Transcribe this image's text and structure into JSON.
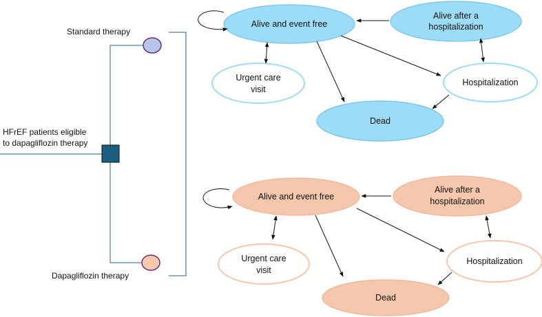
{
  "decision_tree": {
    "root_label_line1": "HFrEF patients eligible",
    "root_label_line2": "to dapagliflozin therapy",
    "arm1_label": "Standard therapy",
    "arm2_label": "Dapagliflozin therapy"
  },
  "colors": {
    "tree_line": "#1f5f85",
    "root_node_fill": "#1a5e80",
    "arm1_fill": "#b4c7e7",
    "arm2_fill": "#f8c9aa",
    "chance_node_stroke": "#6a2b7a",
    "markov1_fill": "#9ddcf6",
    "markov1_stroke": "#7cc9ea",
    "markov2_fill": "#f5c7ad",
    "markov2_stroke": "#f0b89c",
    "arrow": "#111111"
  },
  "markov_top": {
    "alive_event_free": "Alive and event free",
    "alive_after_hosp_line1": "Alive after a",
    "alive_after_hosp_line2": "hospitalization",
    "urgent_care_line1": "Urgent care",
    "urgent_care_line2": "visit",
    "hospitalization": "Hospitalization",
    "dead": "Dead"
  },
  "markov_bottom": {
    "alive_event_free": "Alive and event free",
    "alive_after_hosp_line1": "Alive after a",
    "alive_after_hosp_line2": "hospitalization",
    "urgent_care_line1": "Urgent care",
    "urgent_care_line2": "visit",
    "hospitalization": "Hospitalization",
    "dead": "Dead"
  }
}
